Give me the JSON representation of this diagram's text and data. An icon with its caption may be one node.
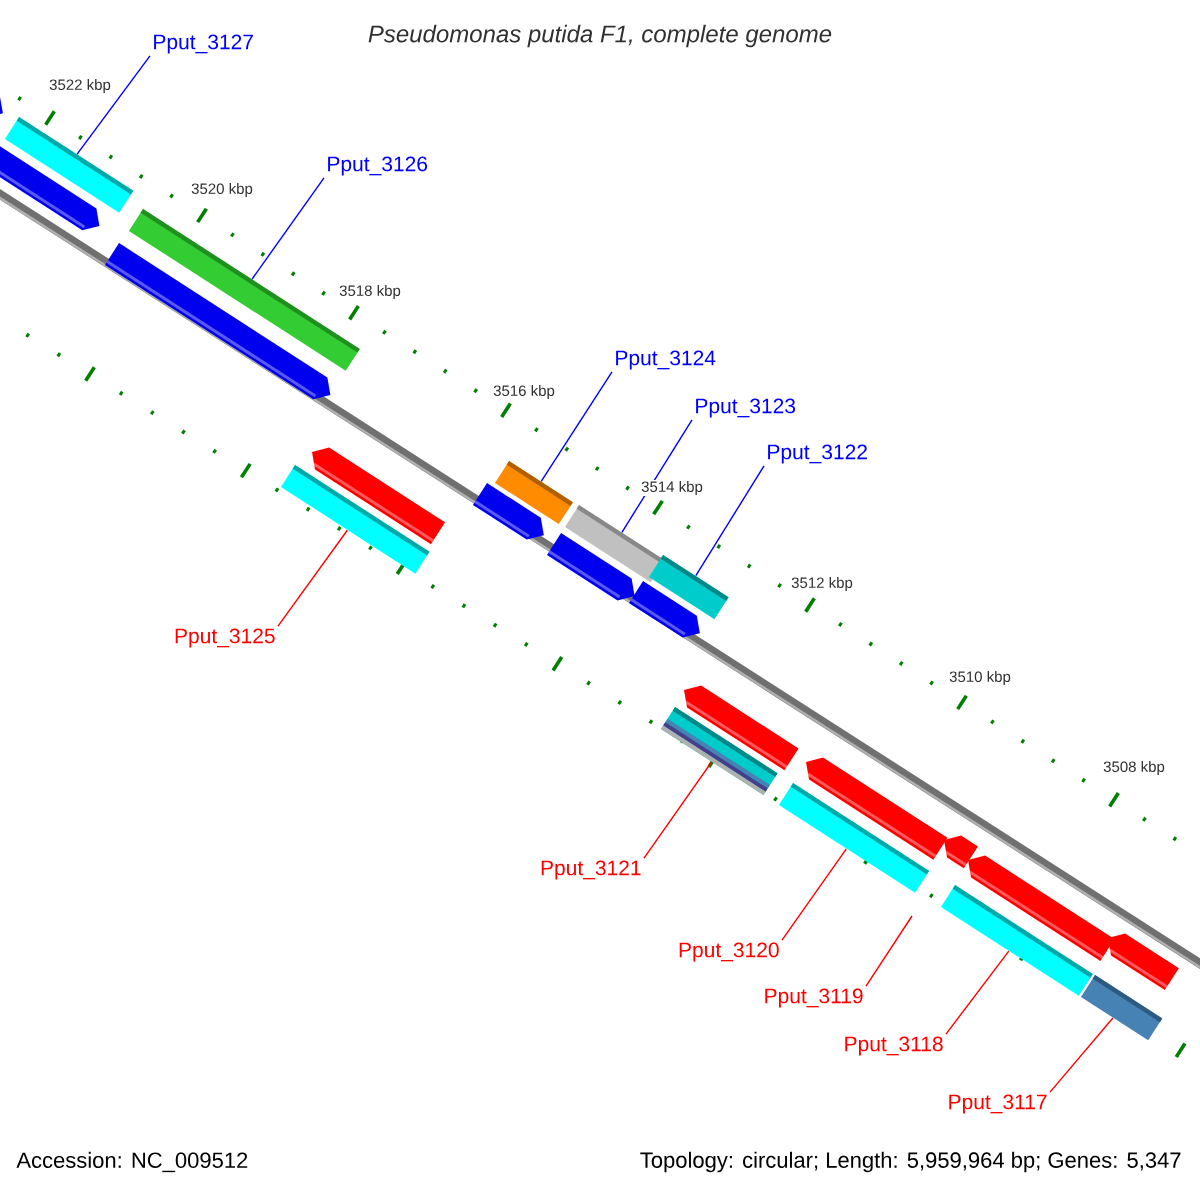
{
  "diagram": {
    "title": "Pseudomonas putida F1, complete genome",
    "nodes": [
      {
        "text": [
          "Pput_3127"
        ]
      },
      {
        "text": [
          "Pput_3126"
        ]
      },
      {
        "text": [
          "Pput_3124"
        ]
      },
      {
        "text": [
          "Pput_3123"
        ]
      },
      {
        "text": [
          "Pput_3122"
        ]
      },
      {
        "text": [
          "Pput_3125"
        ]
      },
      {
        "text": [
          "Pput_3121"
        ]
      },
      {
        "text": [
          "Pput_3120"
        ]
      },
      {
        "text": [
          "Pput_3119"
        ]
      },
      {
        "text": [
          "Pput_3118"
        ]
      },
      {
        "text": [
          "Pput_3117"
        ]
      },
      {
        "text": [],
        "shape": "bar"
      },
      {
        "text": [],
        "shape": "bar"
      },
      {
        "text": [],
        "shape": "bar"
      },
      {
        "text": [],
        "shape": "bar"
      },
      {
        "text": [],
        "shape": "bar"
      },
      {
        "text": [],
        "shape": "bar"
      },
      {
        "text": [],
        "shape": "bar"
      },
      {
        "text": [],
        "shape": "bar"
      },
      {
        "text": [],
        "shape": "bar"
      },
      {
        "text": [],
        "shape": "bar"
      }
    ],
    "edges": [
      {
        "from": 0,
        "to": 11,
        "arrow": "none",
        "color": "#0000ff"
      },
      {
        "from": 1,
        "to": 12,
        "arrow": "none",
        "color": "#0000ff"
      },
      {
        "from": 2,
        "to": 14,
        "arrow": "none",
        "color": "#0000ff"
      },
      {
        "from": 3,
        "to": 15,
        "arrow": "none",
        "color": "#0000ff"
      },
      {
        "from": 4,
        "to": 16,
        "arrow": "none",
        "color": "#0000ff"
      },
      {
        "from": 5,
        "to": 13,
        "arrow": "none"
      },
      {
        "from": 6,
        "to": 17,
        "arrow": "none"
      },
      {
        "from": 7,
        "to": 18,
        "arrow": "none"
      },
      {
        "from": 8,
        "to": null,
        "arrow": "none"
      },
      {
        "from": 9,
        "to": 19,
        "arrow": "none"
      },
      {
        "from": 10,
        "to": 20,
        "arrow": "none"
      }
    ],
    "labels": [
      "3522 kbp",
      "3520 kbp",
      "3518 kbp",
      "3516 kbp",
      "3514 kbp",
      "3512 kbp",
      "3510 kbp",
      "3508 kbp",
      "Accession: NC_009512",
      "Topology: circular; Length: 5,959,964 bp; Genes: 5,347"
    ]
  }
}
